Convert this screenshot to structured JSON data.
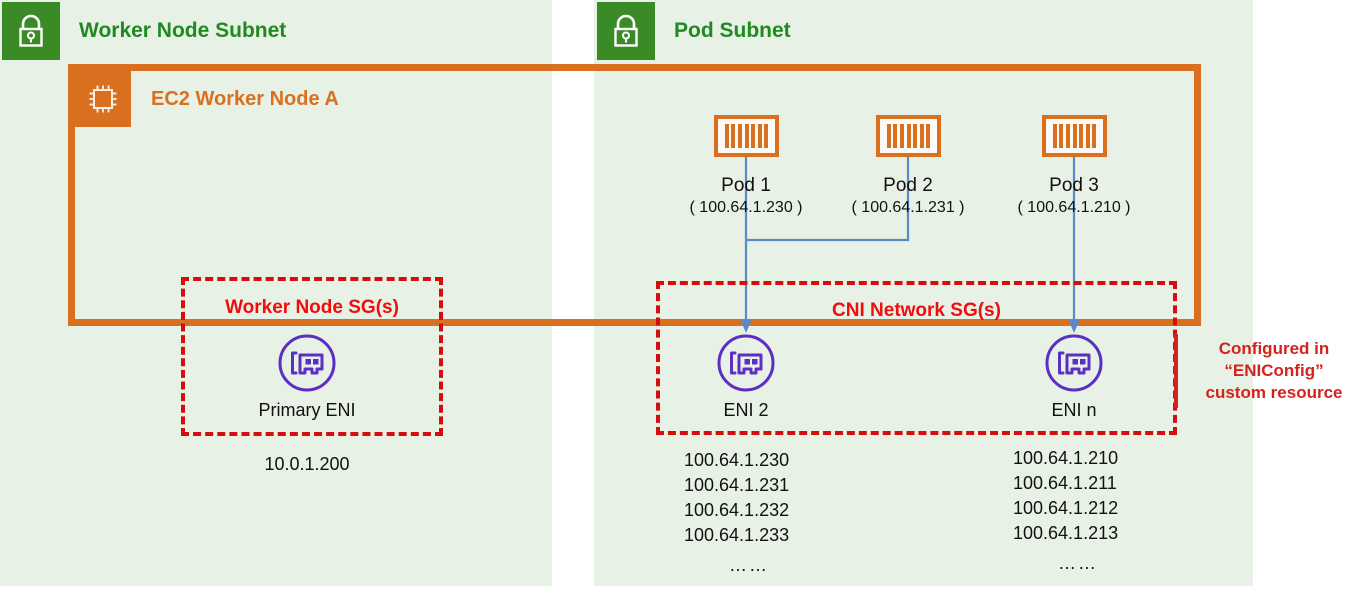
{
  "colors": {
    "subnet_fill": "#e8f1e5",
    "subnet_green": "#3a8a26",
    "subnet_title": "#1f8a1f",
    "ec2_orange": "#d9701f",
    "sg_red": "#d50d0d",
    "annot_red": "#d6221e",
    "eni_purple": "#5b2ec4",
    "connector_blue": "#5b8ac6",
    "text_black": "#111111"
  },
  "subnets": [
    {
      "id": "worker-node-subnet",
      "title": "Worker Node Subnet",
      "icon": "lock-icon"
    },
    {
      "id": "pod-subnet",
      "title": "Pod Subnet",
      "icon": "lock-icon"
    }
  ],
  "ec2_container": {
    "title": "EC2 Worker Node A",
    "icon": "chip-icon"
  },
  "security_groups": [
    {
      "id": "worker-node-sg",
      "label": "Worker Node SG(s)"
    },
    {
      "id": "cni-network-sg",
      "label": "CNI Network SG(s)"
    }
  ],
  "pods": [
    {
      "name": "Pod 1",
      "ip": "( 100.64.1.230 )",
      "icon": "pod-icon"
    },
    {
      "name": "Pod 2",
      "ip": "( 100.64.1.231 )",
      "icon": "pod-icon"
    },
    {
      "name": "Pod 3",
      "ip": "( 100.64.1.210 )",
      "icon": "pod-icon"
    }
  ],
  "enis": [
    {
      "id": "primary-eni",
      "label": "Primary ENI",
      "icon": "network-card-icon",
      "ips": [
        "10.0.1.200"
      ],
      "ellipsis": ""
    },
    {
      "id": "eni-2",
      "label": "ENI 2",
      "icon": "network-card-icon",
      "ips": [
        "100.64.1.230",
        "100.64.1.231",
        "100.64.1.232",
        "100.64.1.233"
      ],
      "ellipsis": "……"
    },
    {
      "id": "eni-n",
      "label": "ENI n",
      "icon": "network-card-icon",
      "ips": [
        "100.64.1.210",
        "100.64.1.211",
        "100.64.1.212",
        "100.64.1.213"
      ],
      "ellipsis": "……"
    }
  ],
  "annotation": {
    "line1": "Configured in",
    "line2": "“ENIConfig”",
    "line3": "custom resource"
  }
}
